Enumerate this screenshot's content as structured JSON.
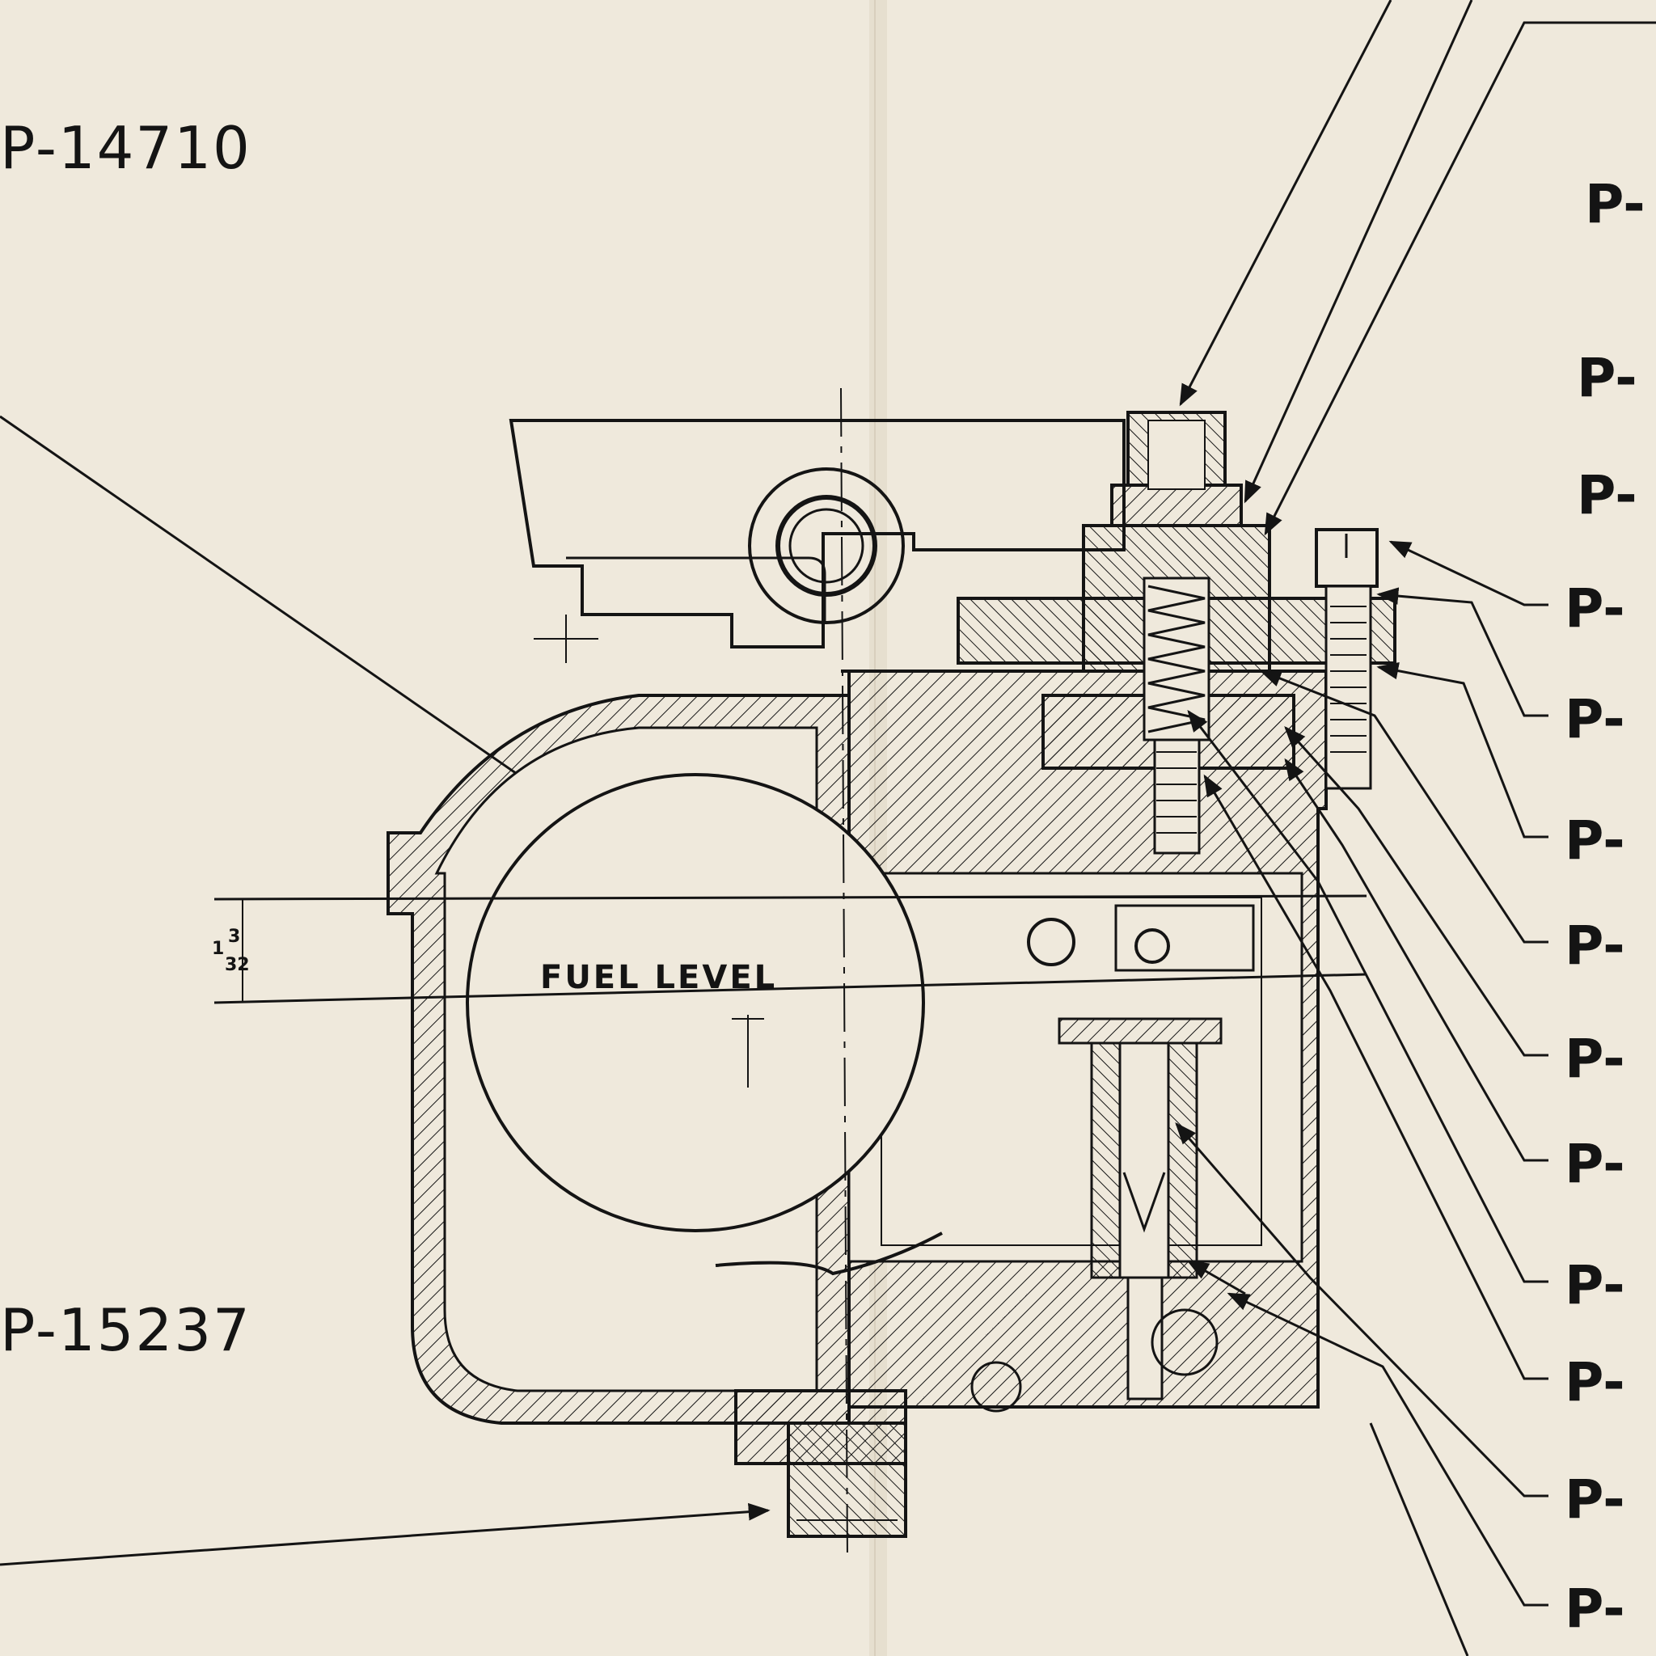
{
  "labels": {
    "top_left": "P-14710",
    "bottom_left": "P-15237",
    "fuel_level": "FUEL LEVEL",
    "dimension_num": "1",
    "dimension_frac_top": "3",
    "dimension_frac_bottom": "32",
    "right_stub": "P-"
  },
  "colors": {
    "paper": "#efe9dc",
    "ink": "#141414"
  }
}
